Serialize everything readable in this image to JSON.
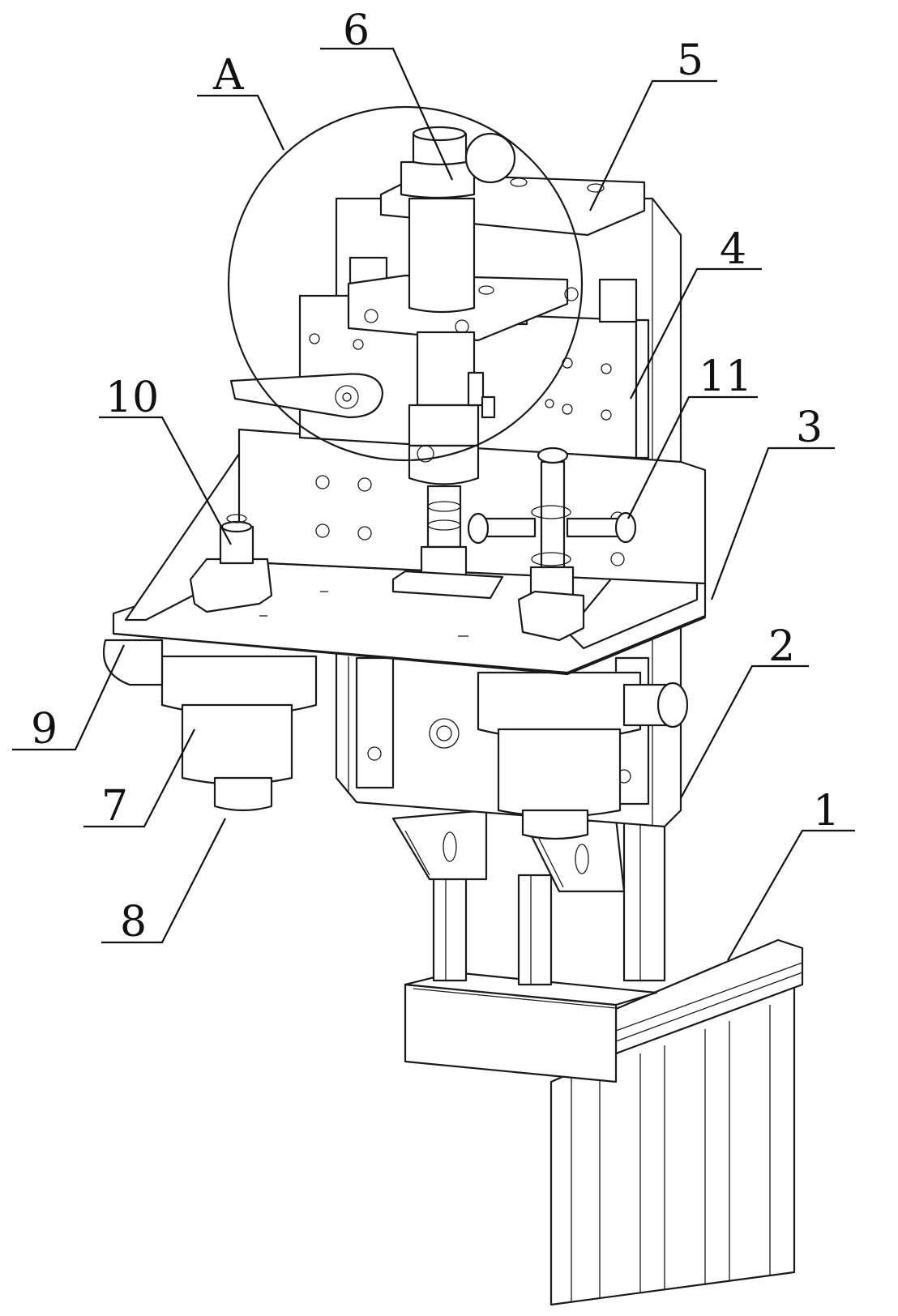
{
  "labels": {
    "A": "A",
    "n1": "1",
    "n2": "2",
    "n3": "3",
    "n4": "4",
    "n5": "5",
    "n6": "6",
    "n7": "7",
    "n8": "8",
    "n9": "9",
    "n10": "10",
    "n11": "11"
  },
  "colors": {
    "line": "#1a1a1a",
    "background": "#ffffff"
  }
}
